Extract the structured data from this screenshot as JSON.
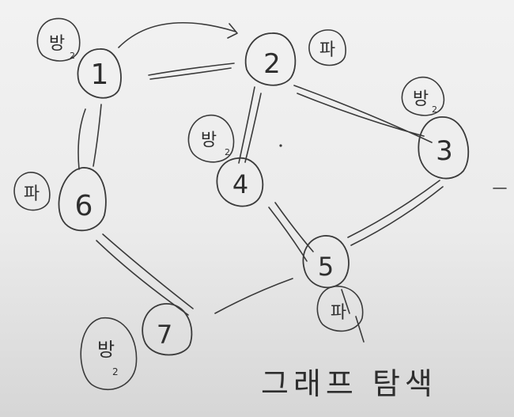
{
  "nodes": [
    {
      "id": "n1",
      "label": "1"
    },
    {
      "id": "n2",
      "label": "2"
    },
    {
      "id": "n3",
      "label": "3"
    },
    {
      "id": "n4",
      "label": "4"
    },
    {
      "id": "n5",
      "label": "5"
    },
    {
      "id": "n6",
      "label": "6"
    },
    {
      "id": "n7",
      "label": "7"
    }
  ],
  "tags": [
    {
      "id": "t1",
      "main": "방",
      "sub": "2"
    },
    {
      "id": "t2",
      "main": "파",
      "sub": ""
    },
    {
      "id": "t3",
      "main": "방",
      "sub": "2"
    },
    {
      "id": "t4",
      "main": "방",
      "sub": "2"
    },
    {
      "id": "t5",
      "main": "파",
      "sub": ""
    },
    {
      "id": "t6",
      "main": "파",
      "sub": ""
    },
    {
      "id": "t7",
      "main": "방",
      "sub": "2"
    }
  ],
  "caption": "그래프 탐색",
  "colors": {
    "ink": "#3a3a3a",
    "board": "#eeeeee"
  }
}
